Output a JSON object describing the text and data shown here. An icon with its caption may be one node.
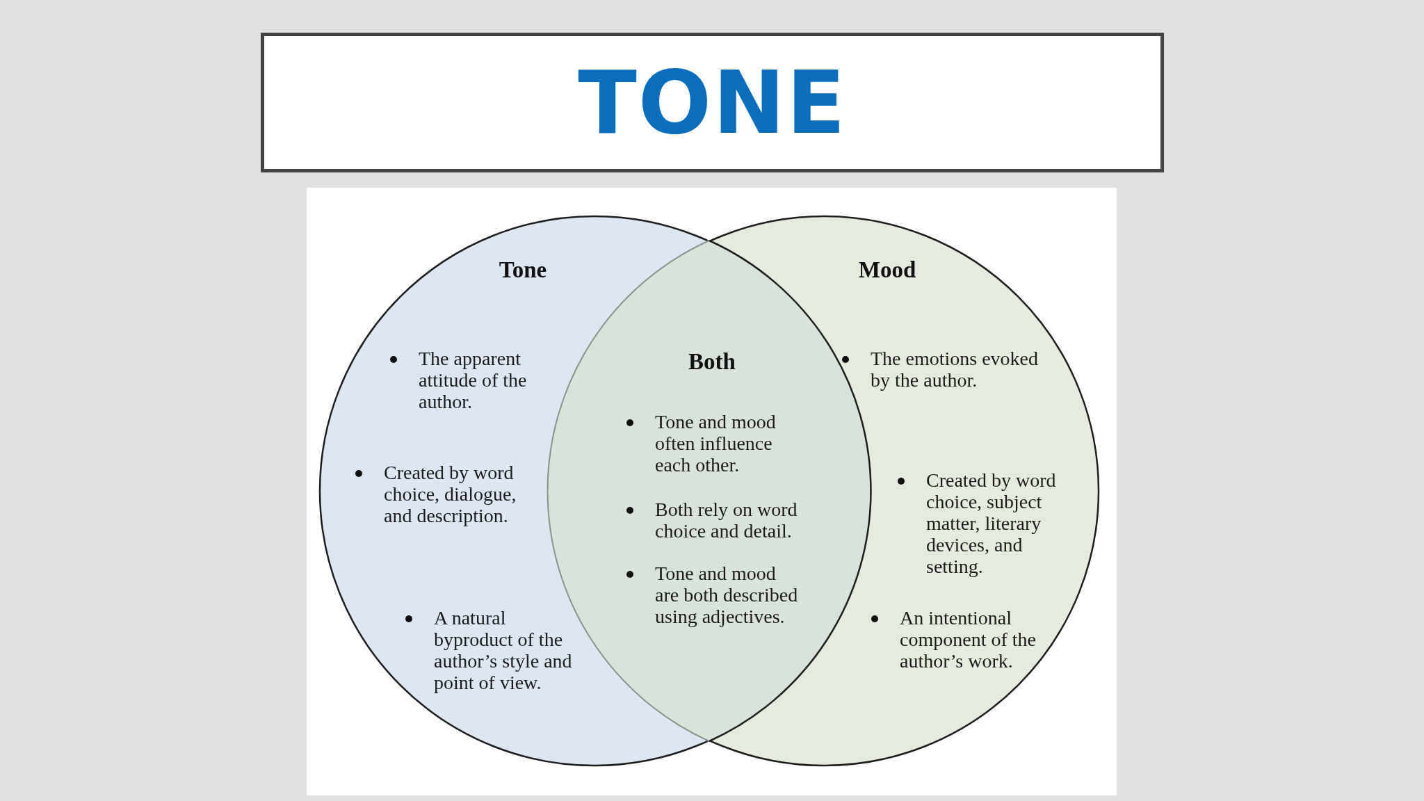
{
  "diagram": {
    "title": "TONE",
    "nodes": [
      {
        "text": [
          "Tone",
          "The apparent attitude of the author.",
          "Created by word choice, dialogue, and description.",
          "A natural byproduct of the author’s style and point of view."
        ]
      },
      {
        "text": [
          "Mood",
          "The emotions evoked by the author.",
          "Created by word choice, subject matter, literary devices, and setting.",
          "An intentional component of the author’s work."
        ]
      },
      {
        "text": [
          "Both",
          "Tone and mood often influence each other.",
          "Both rely on word choice and detail.",
          "Tone and mood are both described using adjectives."
        ]
      }
    ],
    "edges": []
  }
}
